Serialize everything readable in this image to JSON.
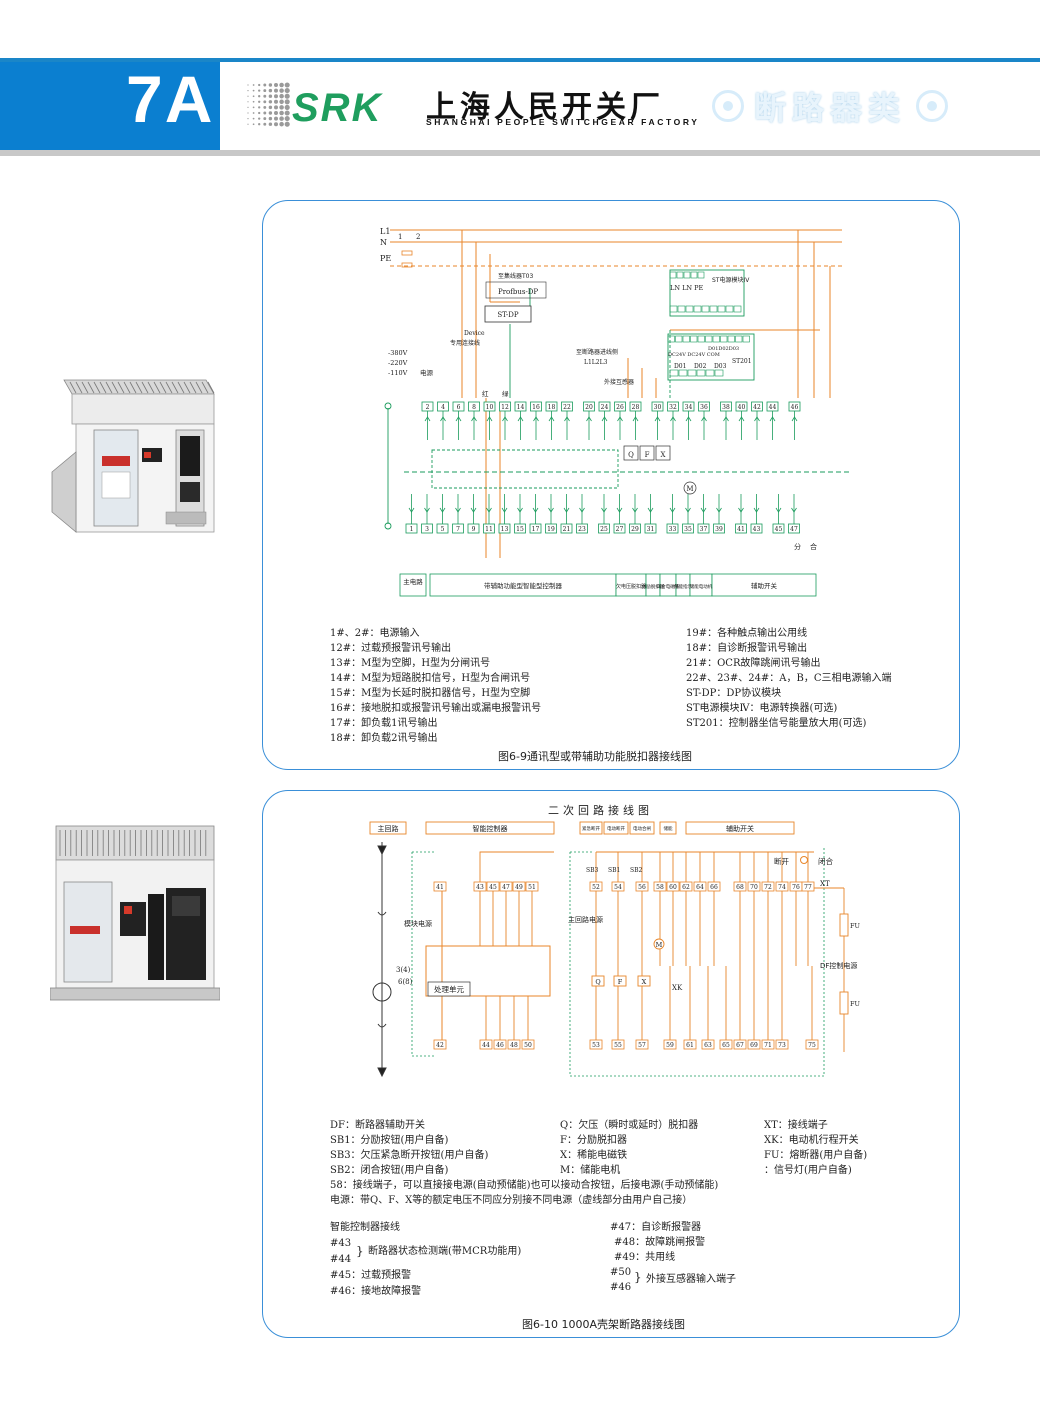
{
  "header": {
    "section": "7A",
    "brand": "SRK",
    "company_cn": "上海人民开关厂",
    "company_en": "SHANGHAI PEOPLE SWITCHGEAR FACTORY",
    "category": "断路器类"
  },
  "figure1": {
    "caption": "图6-9通讯型或带辅助功能脱扣器接线图",
    "diagram_labels": {
      "l1": "L1",
      "n": "N",
      "pe": "PE",
      "one": "1",
      "two": "2",
      "to_bus": "至集线器T03",
      "profibus": "Profbus-DP",
      "stdp": "ST-DP",
      "device": "Device",
      "dedicated": "专用连接线",
      "v380": "-380V",
      "v220": "-220V",
      "v110": "-110V",
      "power": "电源",
      "red": "红",
      "green": "绿",
      "st_module": "ST电源模块IV",
      "lnpe": "LN   LN  PE",
      "to_breaker": "至断路器进线侧",
      "l1l2l3": "L1L2L3",
      "ext_ct": "外接互感器",
      "dc24": "DC24V DC24V COM",
      "d010203": "D01D02D03",
      "st201": "ST201",
      "d01": "D01",
      "d02": "D02",
      "d03": "D03",
      "q": "Q",
      "f": "F",
      "x": "X",
      "m": "M",
      "fen": "分",
      "he": "合",
      "main_circuit": "主电路",
      "controller": "带辅助功能型智能型控制器",
      "undervoltage": "欠电压脱扣器",
      "shunt": "分励脱扣器",
      "closing": "闭合电磁铁",
      "position": "储能指示",
      "motor": "储能电动机",
      "aux": "辅助开关"
    },
    "top_terminals": [
      "2",
      "4",
      "6",
      "8",
      "10",
      "12",
      "14",
      "16",
      "18",
      "22",
      "20",
      "24",
      "26",
      "28",
      "30",
      "32",
      "34",
      "36",
      "38",
      "40",
      "42",
      "44",
      "46"
    ],
    "bottom_terminals": [
      "1",
      "3",
      "5",
      "7",
      "9",
      "11",
      "13",
      "15",
      "17",
      "19",
      "21",
      "23",
      "25",
      "27",
      "29",
      "31",
      "33",
      "35",
      "37",
      "39",
      "41",
      "43",
      "45",
      "47"
    ],
    "legend_left": [
      "1#、2#：电源输入",
      "12#：过载预报警讯号输出",
      "13#：M型为空脚，H型为分闸讯号",
      "14#：M型为短路脱扣信号，H型为合闸讯号",
      "15#：M型为长延时脱扣器信号，H型为空脚",
      "16#：接地脱扣或报警讯号输出或漏电报警讯号",
      "17#：卸负载1讯号输出",
      "18#：卸负载2讯号输出"
    ],
    "legend_right": [
      "19#：各种触点输出公用线",
      "18#：自诊断报警讯号输出",
      "21#：OCR故障跳闸讯号输出",
      "22#、23#、24#：A，B，C三相电源输入端",
      "ST-DP：DP协议模块",
      "ST电源模块Ⅳ：电源转换器(可选)",
      "ST201：控制器坐信号能量放大用(可选)"
    ]
  },
  "figure2": {
    "title": "二次回路接线图",
    "caption": "图6-10 1000A壳架断路器接线图",
    "diagram_labels": {
      "main_circuit": "主回路",
      "controller": "智能控制器",
      "emergency": "紧急断开",
      "motor_op": "电动断开",
      "motor_close": "电动合闸",
      "closing": "储能",
      "aux_switch": "辅助开关",
      "open": "断开",
      "close": "闭合",
      "xt": "XT",
      "module_power": "模块电源",
      "main_power": "主回路电源",
      "processing": "处理单元",
      "sb3": "SB3",
      "sb1": "SB1",
      "sb2": "SB2",
      "q": "Q",
      "f": "F",
      "x": "X",
      "m": "M",
      "xk": "XK",
      "fu1": "FU",
      "fu2": "FU",
      "df_power": "DF控制电源",
      "ct34": "3(4)",
      "ct68": "6(8)"
    },
    "top_terminals_ctrl": [
      "41",
      "43",
      "45",
      "47",
      "49",
      "51"
    ],
    "top_terminals_aux": [
      "52",
      "54",
      "56",
      "58",
      "60",
      "62",
      "64",
      "66",
      "68",
      "70",
      "72",
      "74",
      "76",
      "77"
    ],
    "bottom_terminals_ctrl": [
      "42",
      "44",
      "46",
      "48",
      "50"
    ],
    "bottom_terminals_aux": [
      "53",
      "55",
      "57",
      "59",
      "61",
      "63",
      "65",
      "67",
      "69",
      "71",
      "73",
      "75"
    ],
    "legend_col1": [
      "DF：断路器辅助开关",
      "SB1：分励按钮(用户自备)",
      "SB3：欠压紧急断开按钮(用户自备)",
      "SB2：闭合按钮(用户自备)"
    ],
    "legend_col2": [
      "Q：欠压（瞬时或延时）脱扣器",
      "F：分励脱扣器",
      "X：稀能电磁铁",
      "M：储能电机"
    ],
    "legend_col3": [
      "XT：接线端子",
      "XK：电动机行程开关",
      "FU：熔断器(用户自备)",
      "：信号灯(用户自备)"
    ],
    "notes": [
      "58：接线端子，可以直接接电源(自动预储能)也可以接动合按钮，后接电源(手动预储能)",
      "电源：带Q、F、X等的额定电压不同应分别接不同电源（虚线部分由用户自己接）"
    ],
    "ctrl_title": "智能控制器接线",
    "ctrl_left": [
      "#43",
      "#44",
      "断路器状态检测端(带MCR功能用)",
      "#45：过载预报警",
      "#46：接地故障报警"
    ],
    "ctrl_right": [
      "#47：自诊断报警器",
      "#48：故障跳闸报警",
      "#49：共用线",
      "#50",
      "#46",
      "外接互感器输入端子"
    ]
  },
  "colors": {
    "accent_blue": "#0b7fd0",
    "brand_green": "#1f9e5e",
    "wire_orange": "#e8862a",
    "wire_green": "#1a9b5c"
  }
}
